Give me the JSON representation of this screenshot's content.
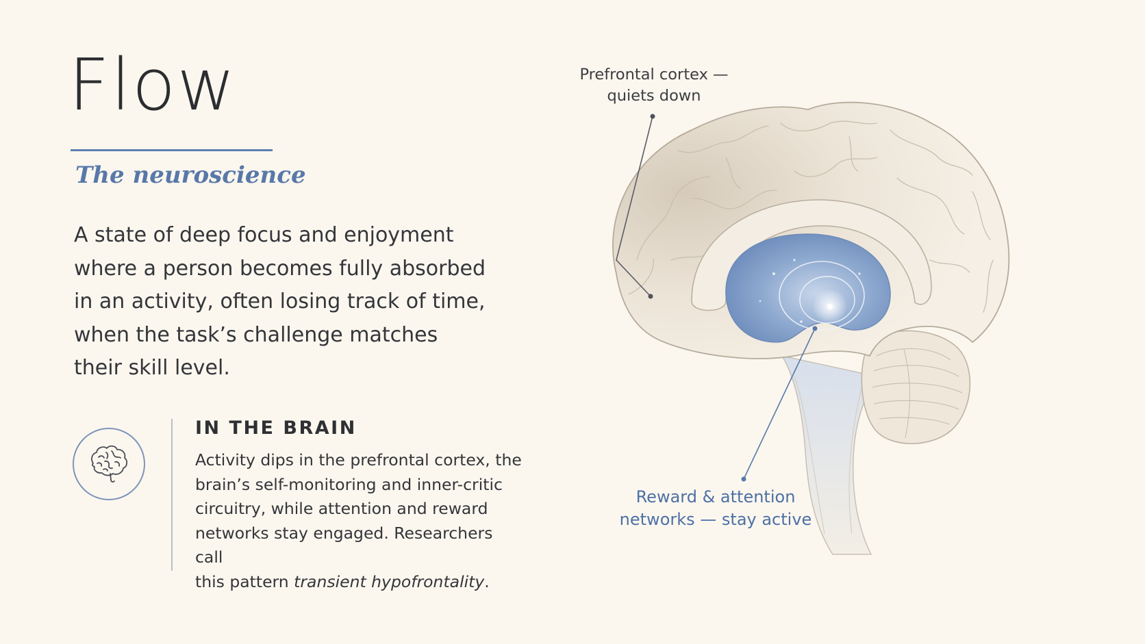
{
  "header": {
    "title": "Flow",
    "subtitle": "The neuroscience"
  },
  "intro": {
    "lines": [
      "A state of deep focus and enjoyment",
      "where a person becomes fully absorbed",
      "in an activity, often losing track of time,",
      "when the task’s challenge matches",
      "their skill level."
    ]
  },
  "brain_section": {
    "heading": "IN THE BRAIN",
    "lines": [
      "Activity dips in the prefrontal cortex, the",
      "brain’s self-monitoring and inner-critic",
      "circuitry, while attention and reward",
      "networks stay engaged. Researchers call",
      "this pattern "
    ],
    "emphasis": "transient hypofrontality",
    "trailing": ".",
    "icon": "brain-icon"
  },
  "illustration": {
    "callout_top_lines": [
      "Prefrontal cortex —",
      "quiets down"
    ],
    "callout_bottom_lines": [
      "Reward & attention",
      "networks — stay active"
    ]
  },
  "colors": {
    "background": "#fbf7ef",
    "accent": "#5e7fae",
    "highlight_blue": "#7e9dc8",
    "text": "#2f3033"
  }
}
